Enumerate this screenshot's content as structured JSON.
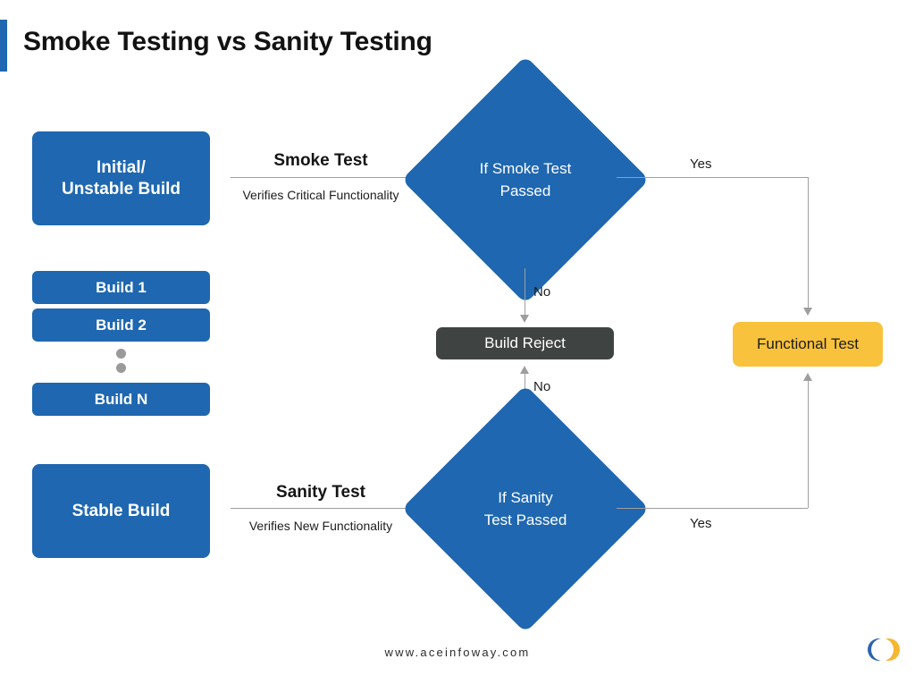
{
  "header": {
    "title": "Smoke Testing vs Sanity Testing",
    "accent_color": "#1F67B0"
  },
  "colors": {
    "blue": "#1F67B0",
    "dark": "#3F4341",
    "yellow": "#F9C23C",
    "line": "#9E9E9E"
  },
  "nodes": {
    "initial_build": "Initial/\nUnstable Build",
    "initial_build_line1": "Initial/",
    "initial_build_line2": "Unstable Build",
    "build_1": "Build 1",
    "build_2": "Build 2",
    "build_n": "Build N",
    "stable_build": "Stable Build",
    "smoke_decision_line1": "If Smoke Test",
    "smoke_decision_line2": "Passed",
    "sanity_decision_line1": "If Sanity",
    "sanity_decision_line2": "Test Passed",
    "build_reject": "Build Reject",
    "functional_test": "Functional Test"
  },
  "edges": {
    "smoke_title": "Smoke Test",
    "smoke_subtitle": "Verifies Critical Functionality",
    "sanity_title": "Sanity Test",
    "sanity_subtitle": "Verifies New Functionality",
    "smoke_yes": "Yes",
    "smoke_no": "No",
    "sanity_no": "No",
    "sanity_yes": "Yes"
  },
  "footer": {
    "url": "www.aceinfoway.com"
  }
}
